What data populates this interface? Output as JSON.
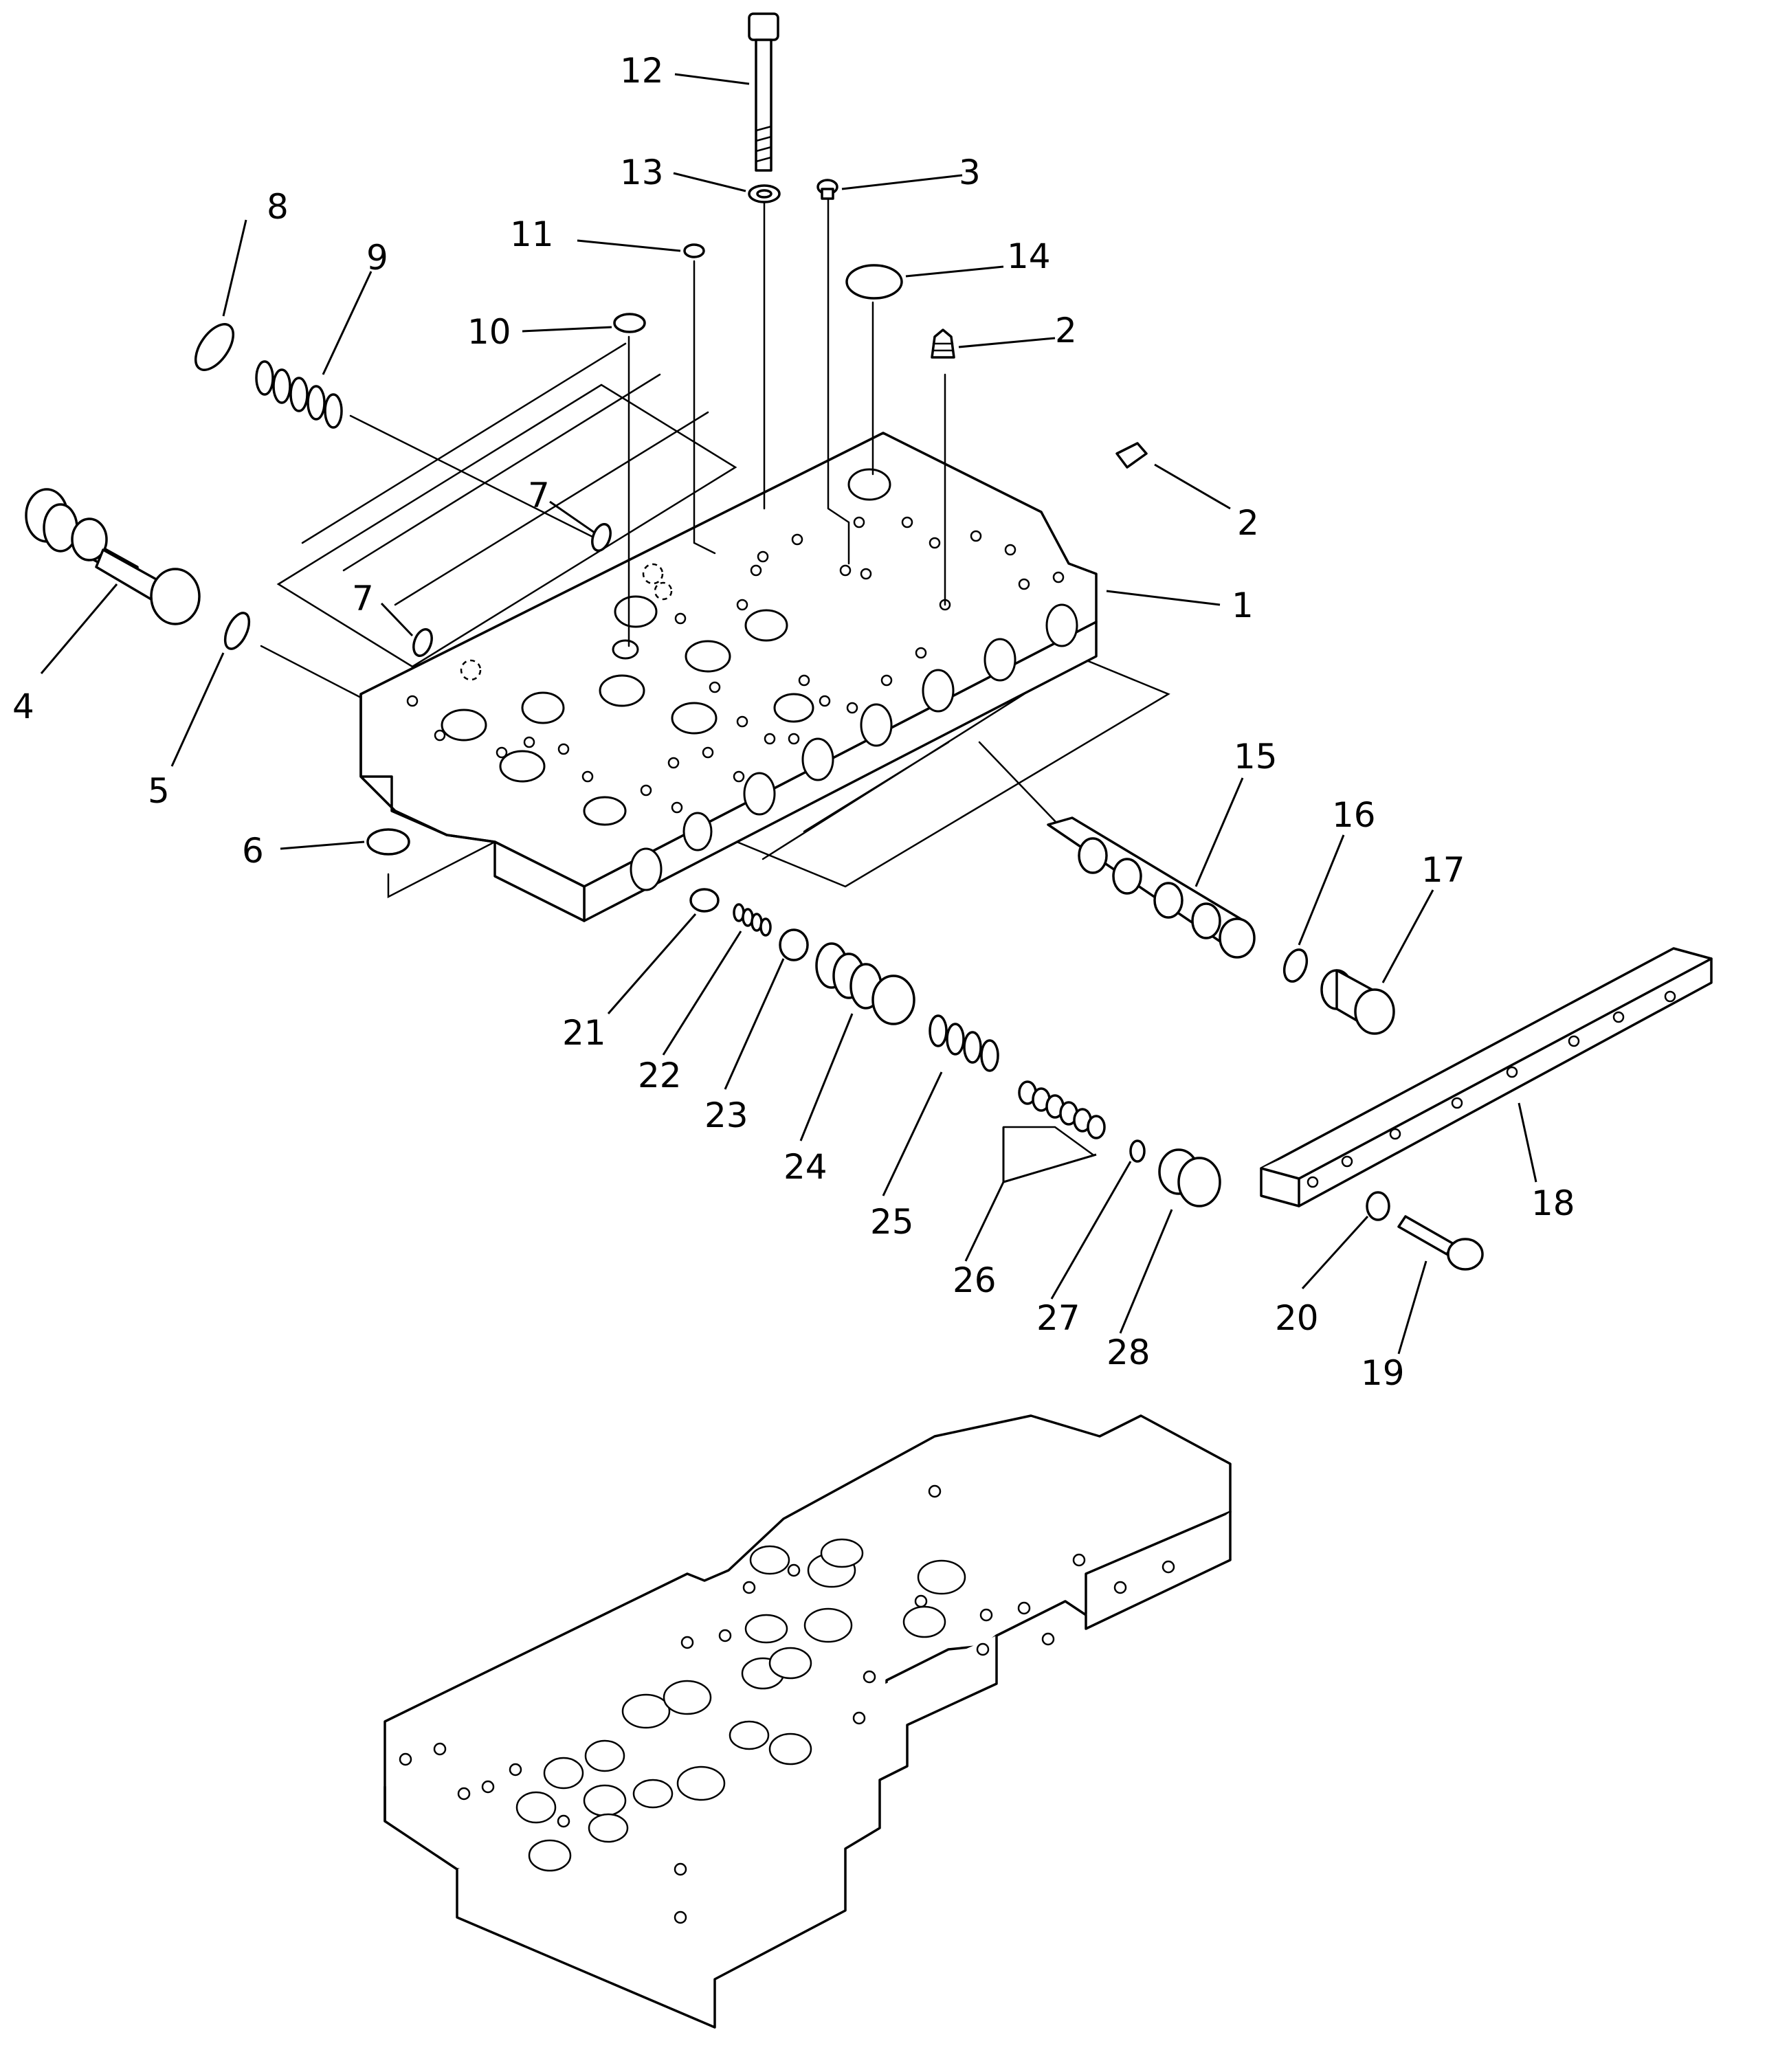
{
  "callouts": [
    "1",
    "2",
    "2",
    "3",
    "4",
    "5",
    "6",
    "7",
    "7",
    "8",
    "9",
    "10",
    "11",
    "12",
    "13",
    "14",
    "15",
    "16",
    "17",
    "18",
    "19",
    "20",
    "21",
    "22",
    "23",
    "24",
    "25",
    "26",
    "27",
    "28"
  ]
}
